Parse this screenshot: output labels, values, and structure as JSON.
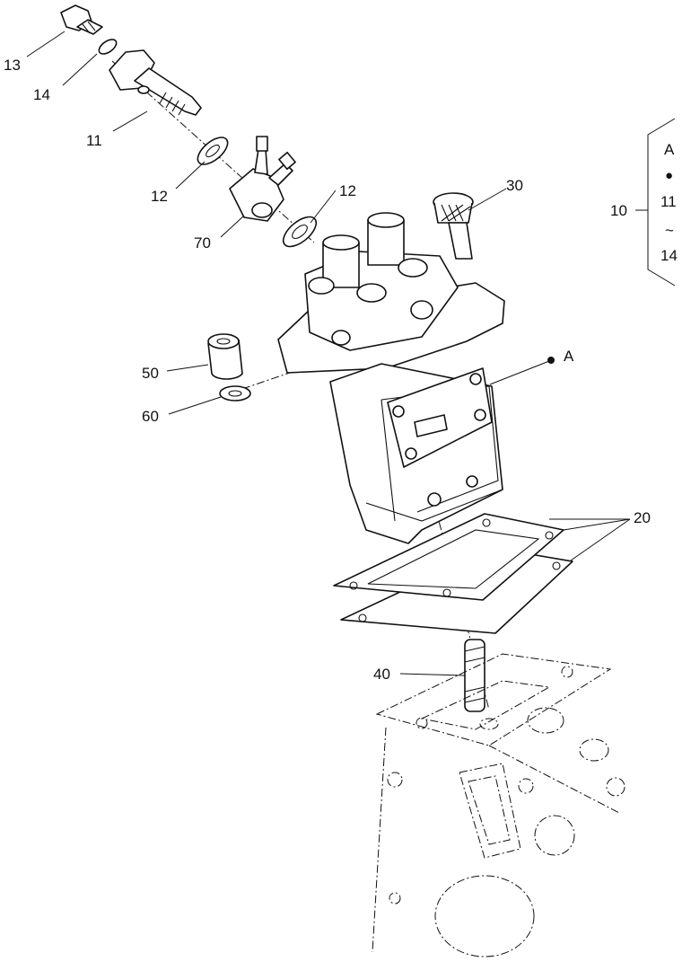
{
  "callouts": {
    "c13": "13",
    "c14": "14",
    "c11": "11",
    "c12a": "12",
    "c12b": "12",
    "c70": "70",
    "c30": "30",
    "c50": "50",
    "c60": "60",
    "cA": "A",
    "c20": "20",
    "c40": "40"
  },
  "legend": {
    "ref": "10",
    "line1": "A",
    "line2": "●",
    "line3": "11",
    "line4": "~",
    "line5": "14"
  }
}
